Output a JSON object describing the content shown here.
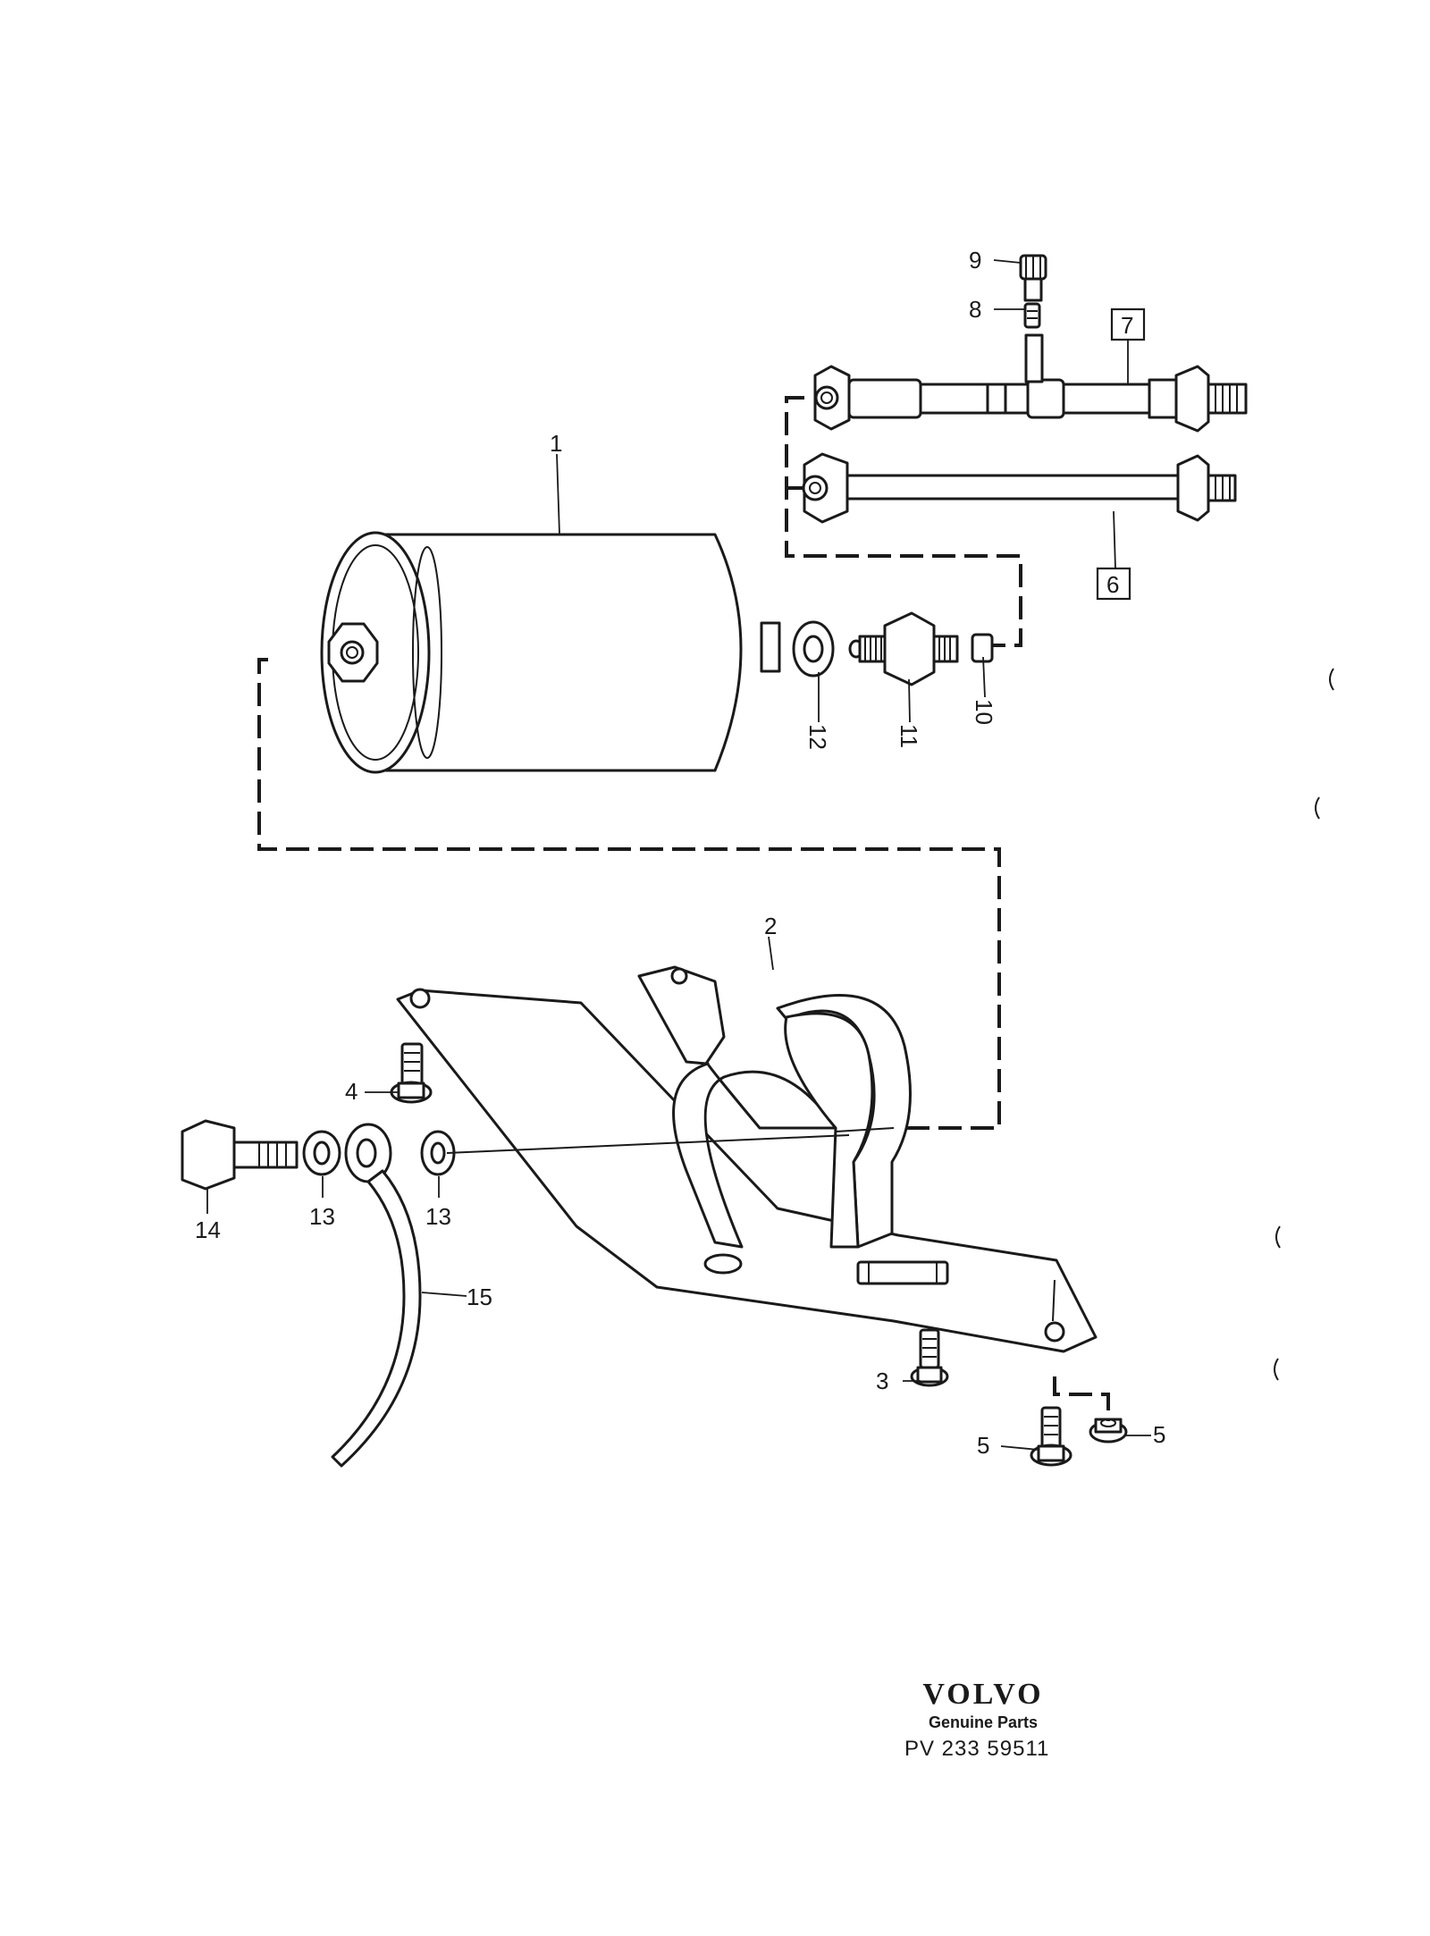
{
  "callouts": {
    "c1": "1",
    "c2": "2",
    "c3": "3",
    "c4": "4",
    "c5a": "5",
    "c5b": "5",
    "c6": "6",
    "c7": "7",
    "c8": "8",
    "c9": "9",
    "c10": "10",
    "c11": "11",
    "c12": "12",
    "c13a": "13",
    "c13b": "13",
    "c14": "14",
    "c15": "15"
  },
  "footer": {
    "brand": "VOLVO",
    "subtitle": "Genuine Parts",
    "code": "PV 233 59511"
  }
}
